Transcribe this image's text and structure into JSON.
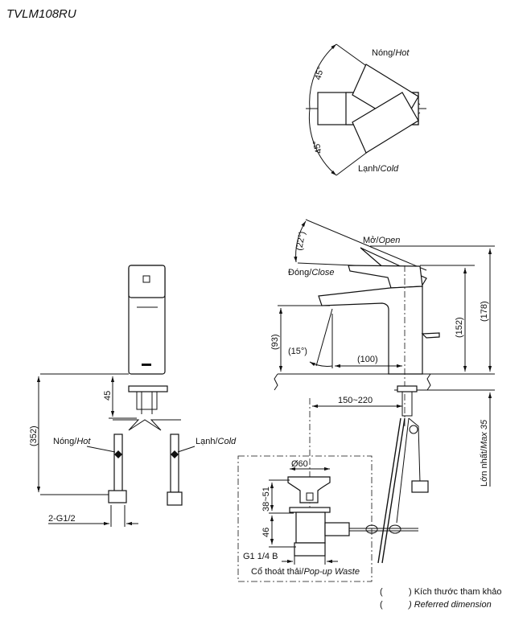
{
  "title": "TVLM108RU",
  "top_view": {
    "angle_upper": "45°",
    "angle_lower": "45°",
    "hot_label": "Nóng/",
    "hot_label_it": "Hot",
    "cold_label": "Lạnh/",
    "cold_label_it": "Cold"
  },
  "front_view": {
    "dim_45": "45",
    "dim_352": "(352)",
    "hot_label": "Nóng/",
    "hot_label_it": "Hot",
    "cold_label": "Lạnh/",
    "cold_label_it": "Cold",
    "thread": "2-G1/2"
  },
  "side_view": {
    "angle_22": "(22°)",
    "open_label": "Mở/",
    "open_label_it": "Open",
    "close_label": "Đóng/",
    "close_label_it": "Close",
    "dim_93": "(93)",
    "angle_15": "(15°)",
    "dim_100": "(100)",
    "dim_152": "(152)",
    "dim_178": "(178)",
    "dim_150_220": "150~220",
    "max_35": "Lớn nhất/",
    "max_35_it": "Max 35"
  },
  "popup_waste": {
    "dia": "Ø60",
    "dim_38_51": "38~51",
    "dim_46": "46",
    "thread": "G1 1/4 B",
    "label": "Cổ thoát thải/",
    "label_it": "Pop-up Waste"
  },
  "legend": {
    "paren_open": "(",
    "vi": ") Kích thước tham khảo",
    "en": ") Referred dimension"
  }
}
